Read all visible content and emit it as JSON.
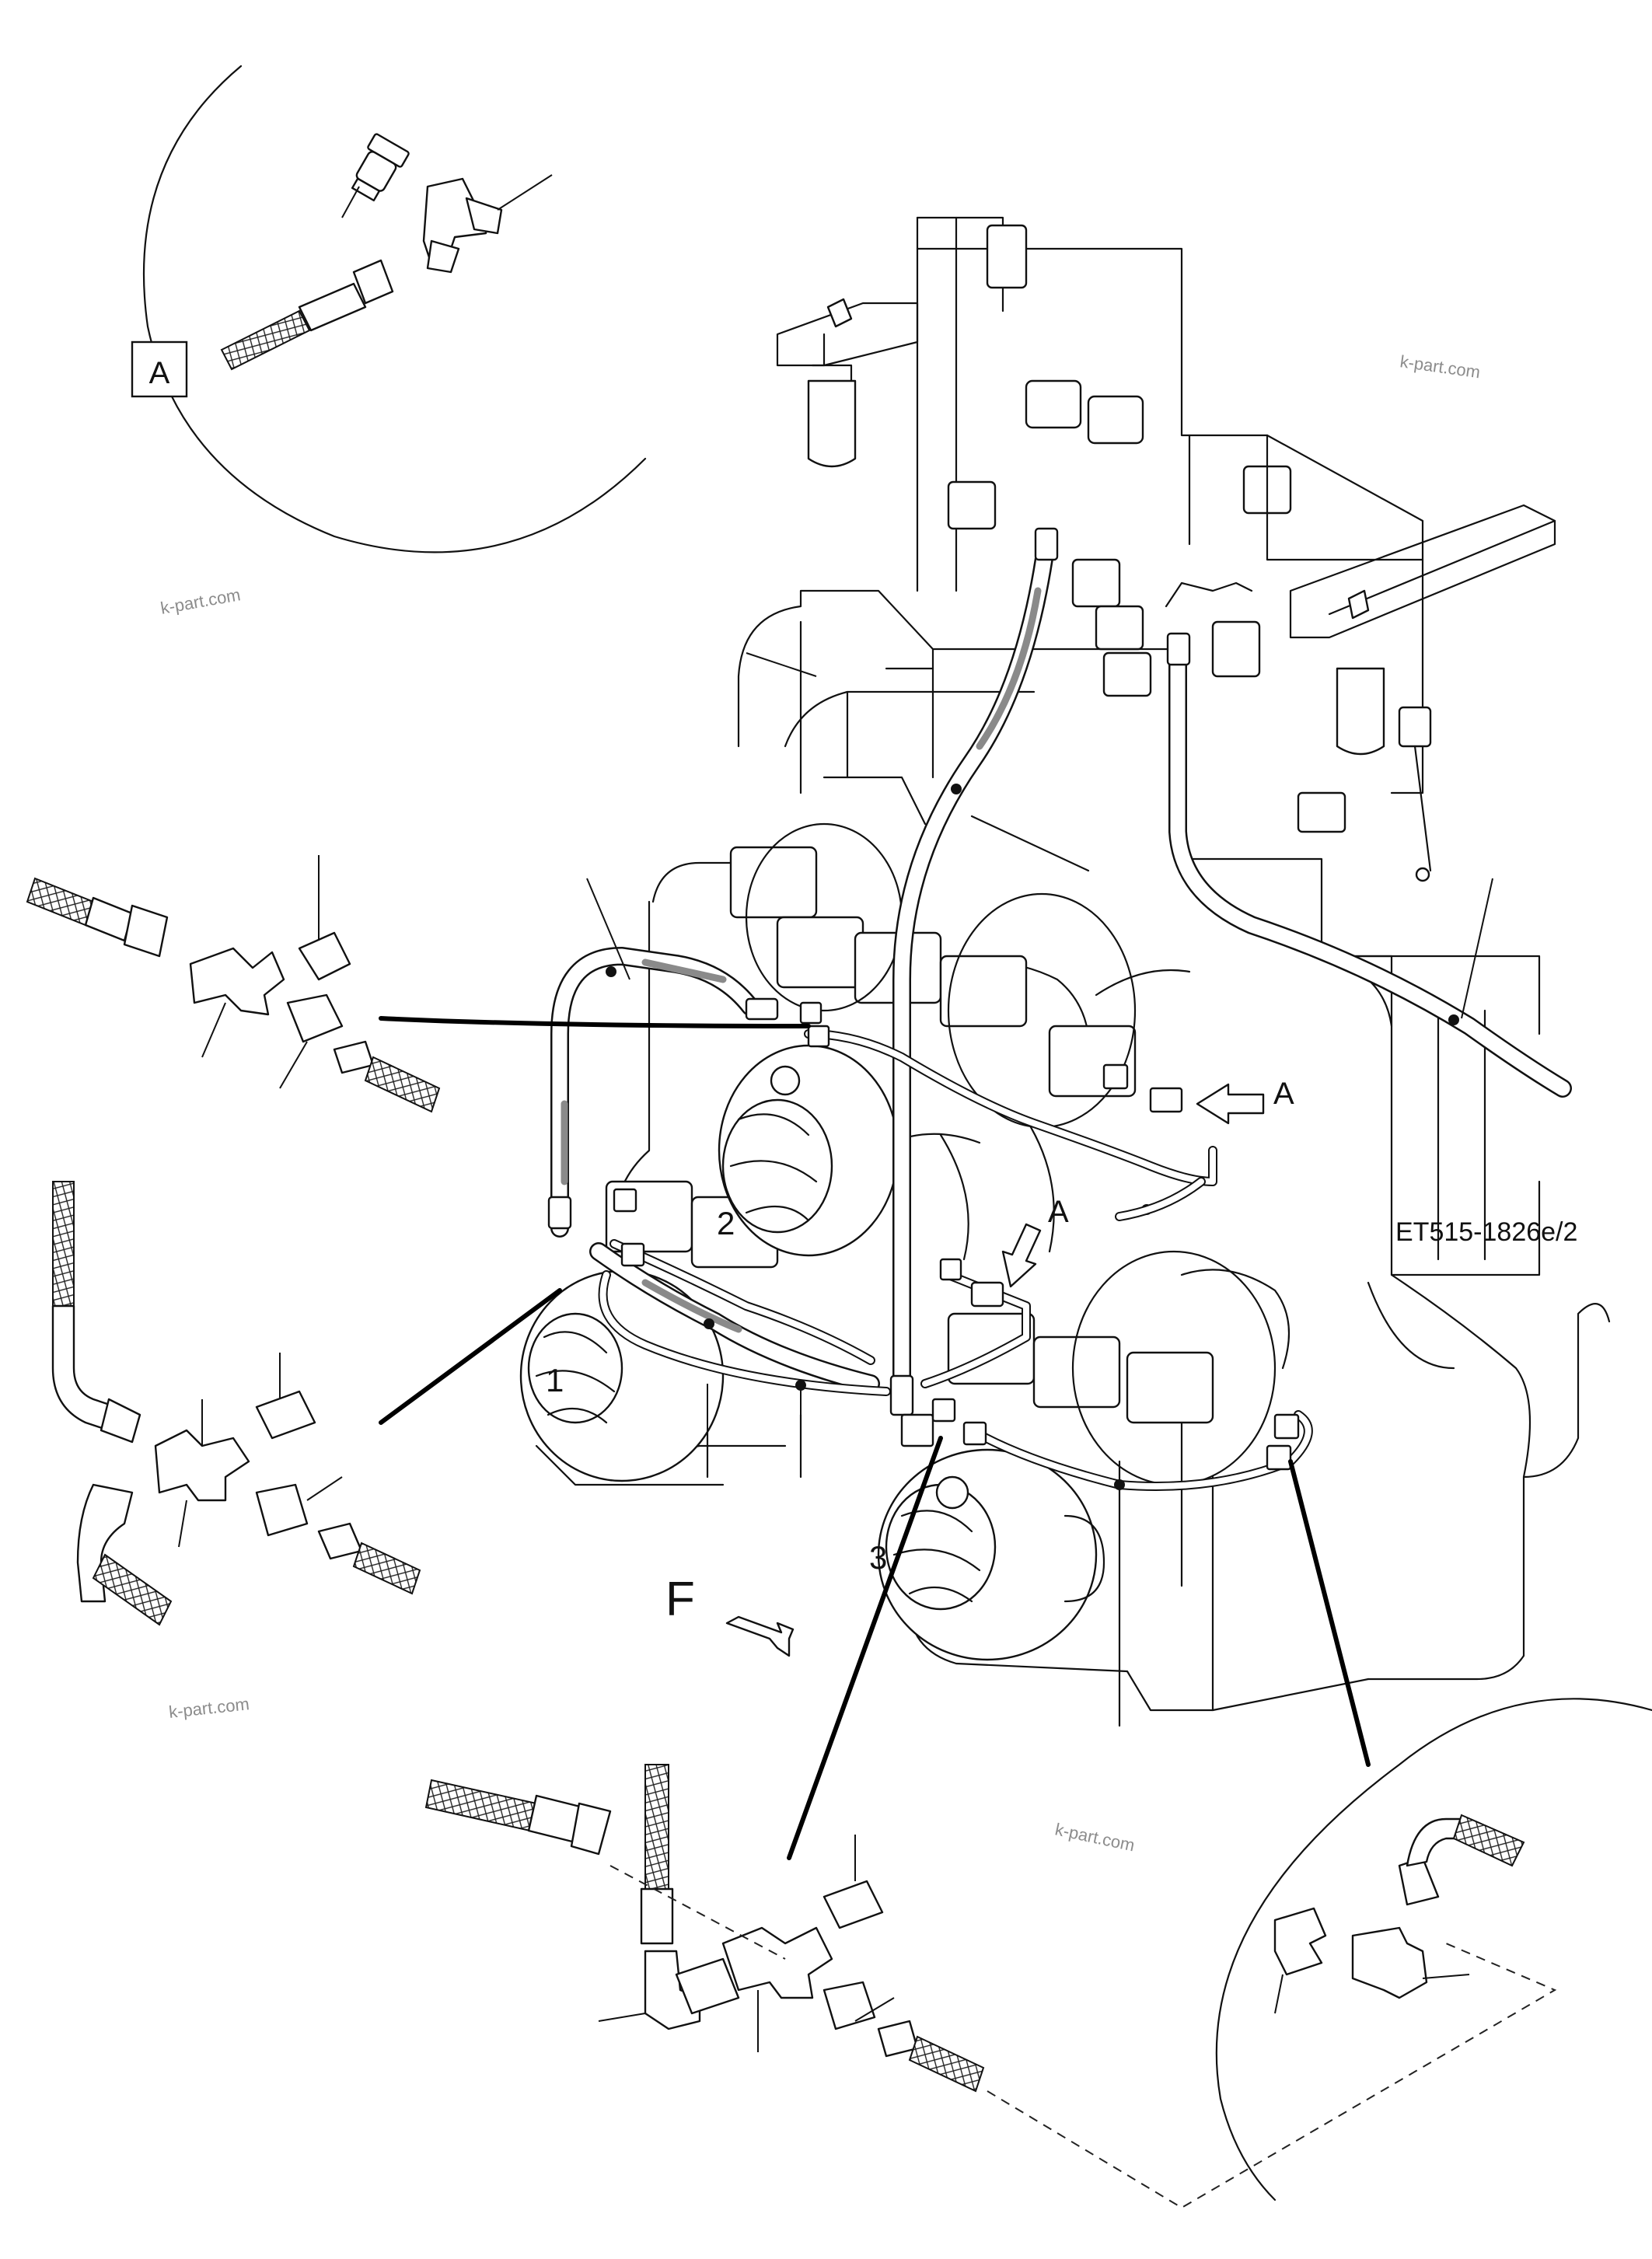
{
  "drawing_code": "ET515-1826e/2",
  "callouts": [
    "1",
    "2",
    "3"
  ],
  "detail_label": "A",
  "view_arrow_label": "A",
  "view_direction_label": "F",
  "watermark": "k-part.com"
}
